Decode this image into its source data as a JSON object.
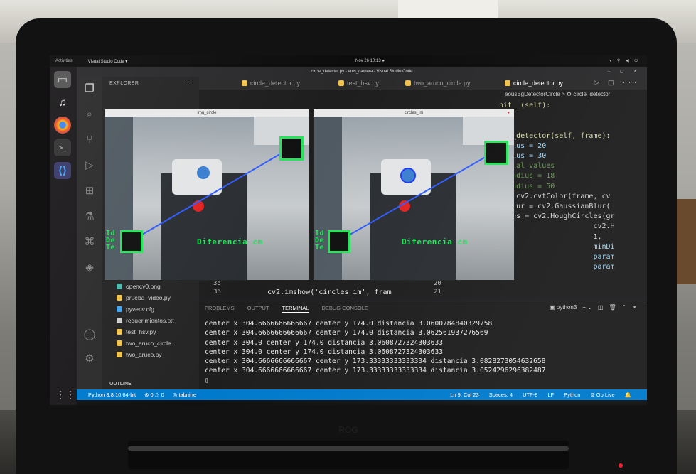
{
  "topbar": {
    "activities": "Activities",
    "app_menu": "Visual Studio Code ▾",
    "clock": "Nov 26  10:13  ●"
  },
  "window": {
    "title": "circle_detector.py - ems_camera - Visual Studio Code"
  },
  "explorer": {
    "header": "EXPLORER",
    "files": [
      {
        "name": "opencv0.png",
        "icon_color": "#4db6ac"
      },
      {
        "name": "prueba_video.py",
        "icon_color": "#f0c24b"
      },
      {
        "name": "pyvenv.cfg",
        "icon_color": "#42a5f5"
      },
      {
        "name": "requerimientos.txt",
        "icon_color": "#cfcfcf"
      },
      {
        "name": "test_hsv.py",
        "icon_color": "#f0c24b"
      },
      {
        "name": "two_aruco_circle...",
        "icon_color": "#f0c24b"
      },
      {
        "name": "two_aruco.py",
        "icon_color": "#f0c24b"
      }
    ],
    "outline": "OUTLINE"
  },
  "tabs": [
    {
      "label": "circle_detector.py",
      "active": false
    },
    {
      "label": "test_hsv.py",
      "active": false
    },
    {
      "label": "two_aruco_circle.py",
      "active": false
    },
    {
      "label": "circle_detector.py",
      "active": true
    }
  ],
  "breadcrumb": "eousBgDetectorCircle > ⚙ circle_detector",
  "code_lines": [
    {
      "text": "nit__(self):",
      "cls": "k"
    },
    {
      "text": "s",
      "cls": "c"
    },
    {
      "text": "",
      "cls": "w"
    },
    {
      "text": "cle_detector(self, frame):",
      "cls": "k"
    },
    {
      "text": "Radius = 20",
      "cls": "v"
    },
    {
      "text": "Radius = 30",
      "cls": "v"
    },
    {
      "text": "nitial values",
      "cls": "c"
    },
    {
      "text": "inRadius = 18",
      "cls": "c"
    },
    {
      "text": "axRadius = 50",
      "cls": "c"
    },
    {
      "text": "y = cv2.cvtColor(frame, cv",
      "cls": "w"
    },
    {
      "text": "y_blur = cv2.GaussianBlur(",
      "cls": "w"
    },
    {
      "text": "rcles = cv2.HoughCircles(gr",
      "cls": "w"
    },
    {
      "text": "                      cv2.H",
      "cls": "w"
    },
    {
      "text": "                      1,",
      "cls": "w"
    },
    {
      "text": "                      minDi",
      "cls": "v"
    },
    {
      "text": "                      param",
      "cls": "v"
    },
    {
      "text": "                      param",
      "cls": "v"
    }
  ],
  "bottom_code": {
    "line_a": "35",
    "line_b": "36",
    "code": "cv2.imshow('circles_im', fram",
    "right_a": "20",
    "right_b": "21"
  },
  "cv_windows": [
    {
      "title": "img_circle",
      "overlay_text": "Diferencia  cm",
      "left_text": "Id\nDe\nTe"
    },
    {
      "title": "circles_im",
      "overlay_text": "Diferencia  cm",
      "left_text": "Id\nDe\nTe"
    }
  ],
  "panel": {
    "tabs": [
      "PROBLEMS",
      "OUTPUT",
      "TERMINAL",
      "DEBUG CONSOLE"
    ],
    "active_tab": "TERMINAL",
    "shell": "python3",
    "terminal_lines": [
      "center x 304.6666666666667 center y 174.0 distancia 3.0600784840329758",
      "center x 304.6666666666667 center y 174.0 distancia 3.062561937276569",
      "center x 304.0 center y 174.0 distancia 3.0608727324303633",
      "center x 304.0 center y 174.0 distancia 3.0608727324303633",
      "center x 304.6666666666667 center y 173.33333333333334 distancia 3.0828273054632658",
      "center x 304.6666666666667 center y 173.33333333333334 distancia 3.0524296296382487",
      "▯"
    ]
  },
  "status": {
    "python": "Python 3.8.10 64-bit",
    "problems": "⊗ 0 ⚠ 0",
    "tabnine": "◎ tabnine",
    "position": "Ln 9, Col 23",
    "spaces": "Spaces: 4",
    "encoding": "UTF-8",
    "eol": "LF",
    "language": "Python",
    "golive": "⊚ Go Live",
    "color": "#007acc"
  },
  "hinge_text": "ROG"
}
